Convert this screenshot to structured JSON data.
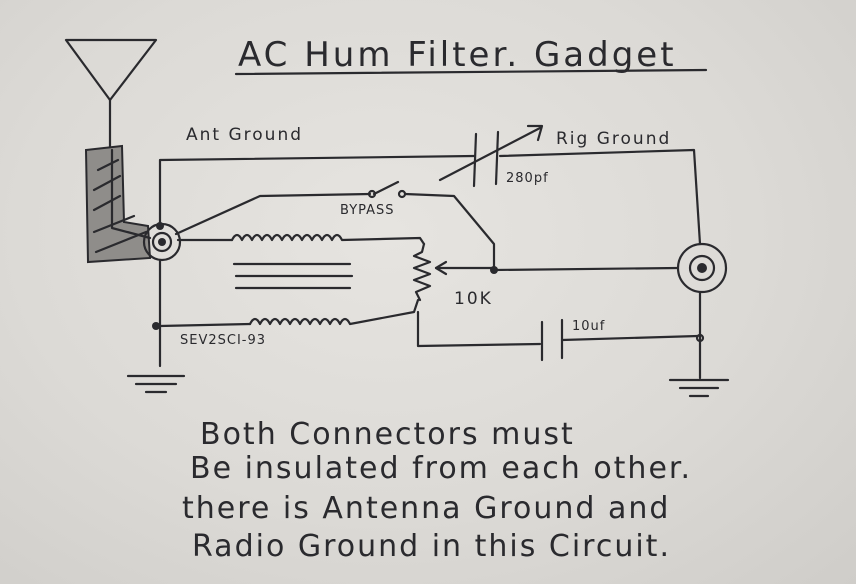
{
  "title": "AC Hum Filter. Gadget",
  "labels": {
    "ant_ground": "Ant Ground",
    "rig_ground": "Rig Ground",
    "capacitor_variable": "280pf",
    "bypass": "BYPASS",
    "pot": "10K",
    "capacitor_fixed": "10uf",
    "transformer": "SEV2SCI-93"
  },
  "notes": [
    "Both Connectors must",
    "Be insulated from each other.",
    "there is Antenna Ground and",
    "Radio Ground in this Circuit."
  ]
}
